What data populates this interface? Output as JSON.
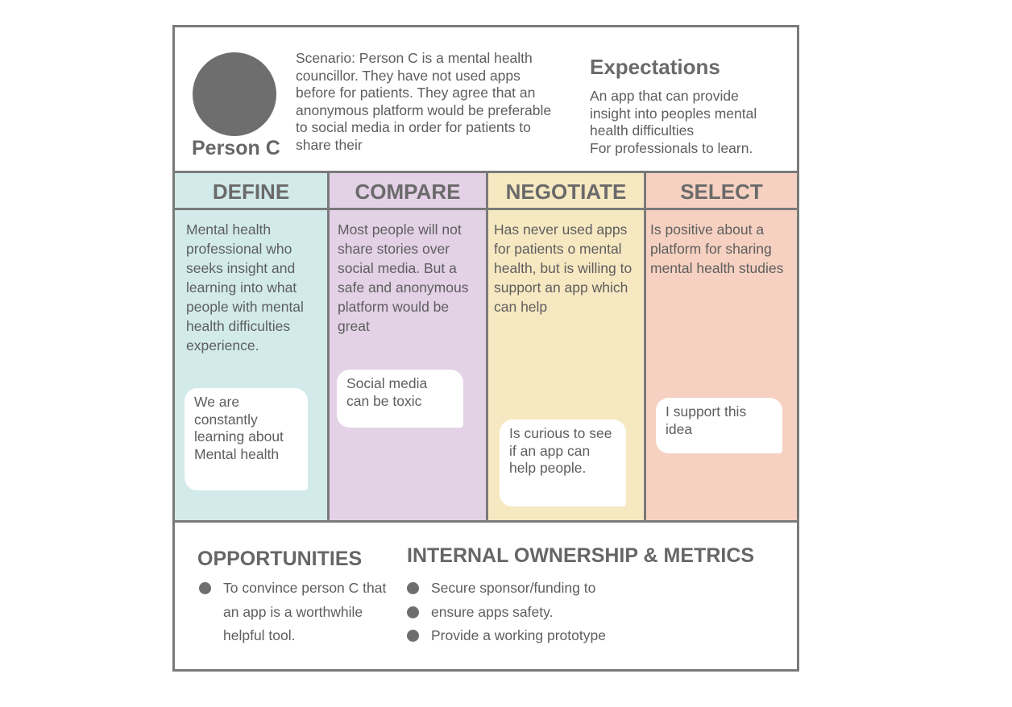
{
  "persona": {
    "name": "Person C",
    "scenario": "Scenario: Person C is a mental health councillor. They have not used apps before for patients. They agree that an anonymous platform would be preferable to social media in order for patients to share their"
  },
  "expectations": {
    "title": "Expectations",
    "lines": [
      "An app that can provide",
      "insight into peoples mental",
      "health difficulties",
      "For professionals to learn."
    ]
  },
  "columns": [
    {
      "heading": "DEFINE",
      "color": "#d2eaea",
      "body": "Mental health professional who seeks insight and learning into what people with mental health difficulties experience.",
      "quote": "We are constantly learning about Mental health"
    },
    {
      "heading": "COMPARE",
      "color": "#e3d1e6",
      "body": "Most people will not share stories over social media. But a safe and anonymous platform would be great",
      "quote": "Social media can be toxic"
    },
    {
      "heading": "NEGOTIATE",
      "color": "#f6e8c1",
      "body": "Has never used apps for patients o mental health, but is willing to support an app which can help",
      "quote": "Is curious to see if an app can help people."
    },
    {
      "heading": "SELECT",
      "color": "#f6d1c1",
      "body": "Is positive about a platform for sharing mental health studies",
      "quote": "I support this idea"
    }
  ],
  "opportunities": {
    "title": "OPPORTUNITIES",
    "items": [
      "To convince person C that an app is a worthwhile helpful tool."
    ]
  },
  "metrics": {
    "title": "INTERNAL OWNERSHIP & METRICS",
    "items": [
      "Secure sponsor/funding to",
      "ensure apps safety.",
      "Provide a working prototype"
    ]
  }
}
